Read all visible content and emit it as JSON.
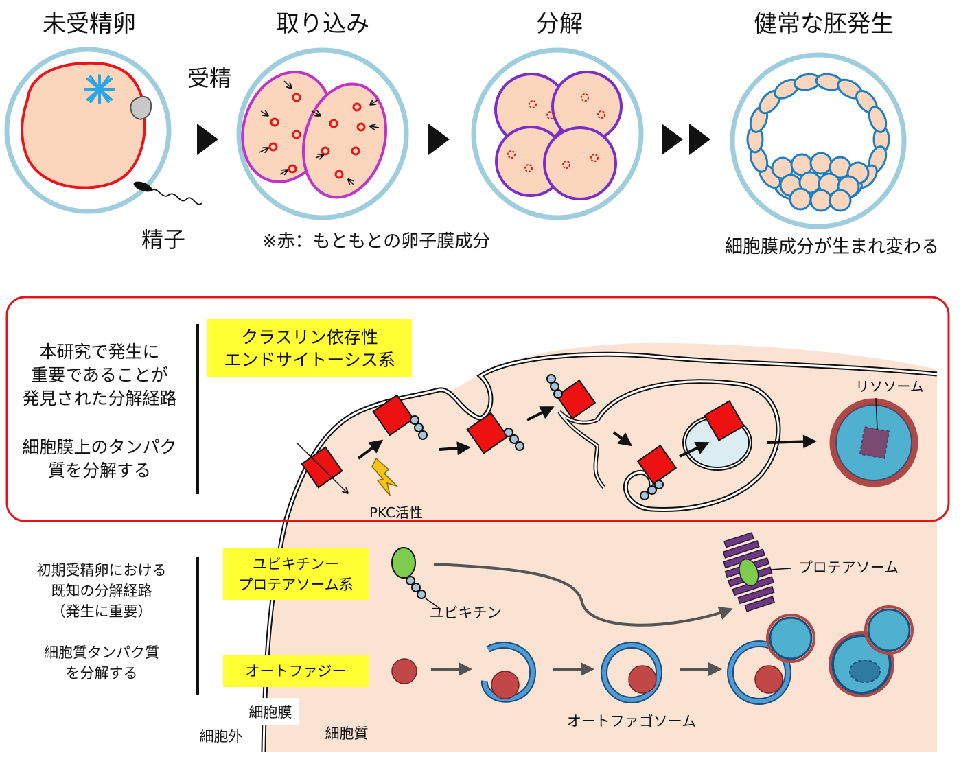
{
  "top": {
    "stage_titles": [
      "未受精卵",
      "取り込み",
      "分解",
      "健常な胚発生"
    ],
    "fertilization_label": "受精",
    "sperm_label": "精子",
    "red_note": "※赤：もともとの卵子膜成分",
    "renewal_note": "細胞膜成分が生まれ変わる"
  },
  "clathrin": {
    "description": [
      "本研究で発生に",
      "重要であることが",
      "発見された分解経路",
      "",
      "細胞膜上のタンパク",
      "質を分解する"
    ],
    "box_label": [
      "クラスリン依存性",
      "エンドサイトーシス系"
    ],
    "lysosome_label": "リソソーム",
    "pkc_label": "PKC活性"
  },
  "known": {
    "description": [
      "初期受精卵における",
      "既知の分解経路",
      "（発生に重要）",
      "",
      "細胞質タンパク質",
      "を分解する"
    ],
    "ubiquitin_box": [
      "ユビキチンー",
      "プロテアソーム系"
    ],
    "ubiquitin_label": "ユビキチン",
    "proteasome_label": "プロテアソーム",
    "autophagy_box": "オートファジー",
    "autophagosome_label": "オートファゴソーム"
  },
  "regions": {
    "membrane": "細胞膜",
    "outside": "細胞外",
    "cytoplasm": "細胞質"
  },
  "colors": {
    "egg_fill": "#fbd5bc",
    "zona": "#9ecddd",
    "original_membrane": "#e8161b",
    "highlight": "#ffff33",
    "frame": "#e0161b",
    "cytoplasm": "#fbe3d3"
  }
}
